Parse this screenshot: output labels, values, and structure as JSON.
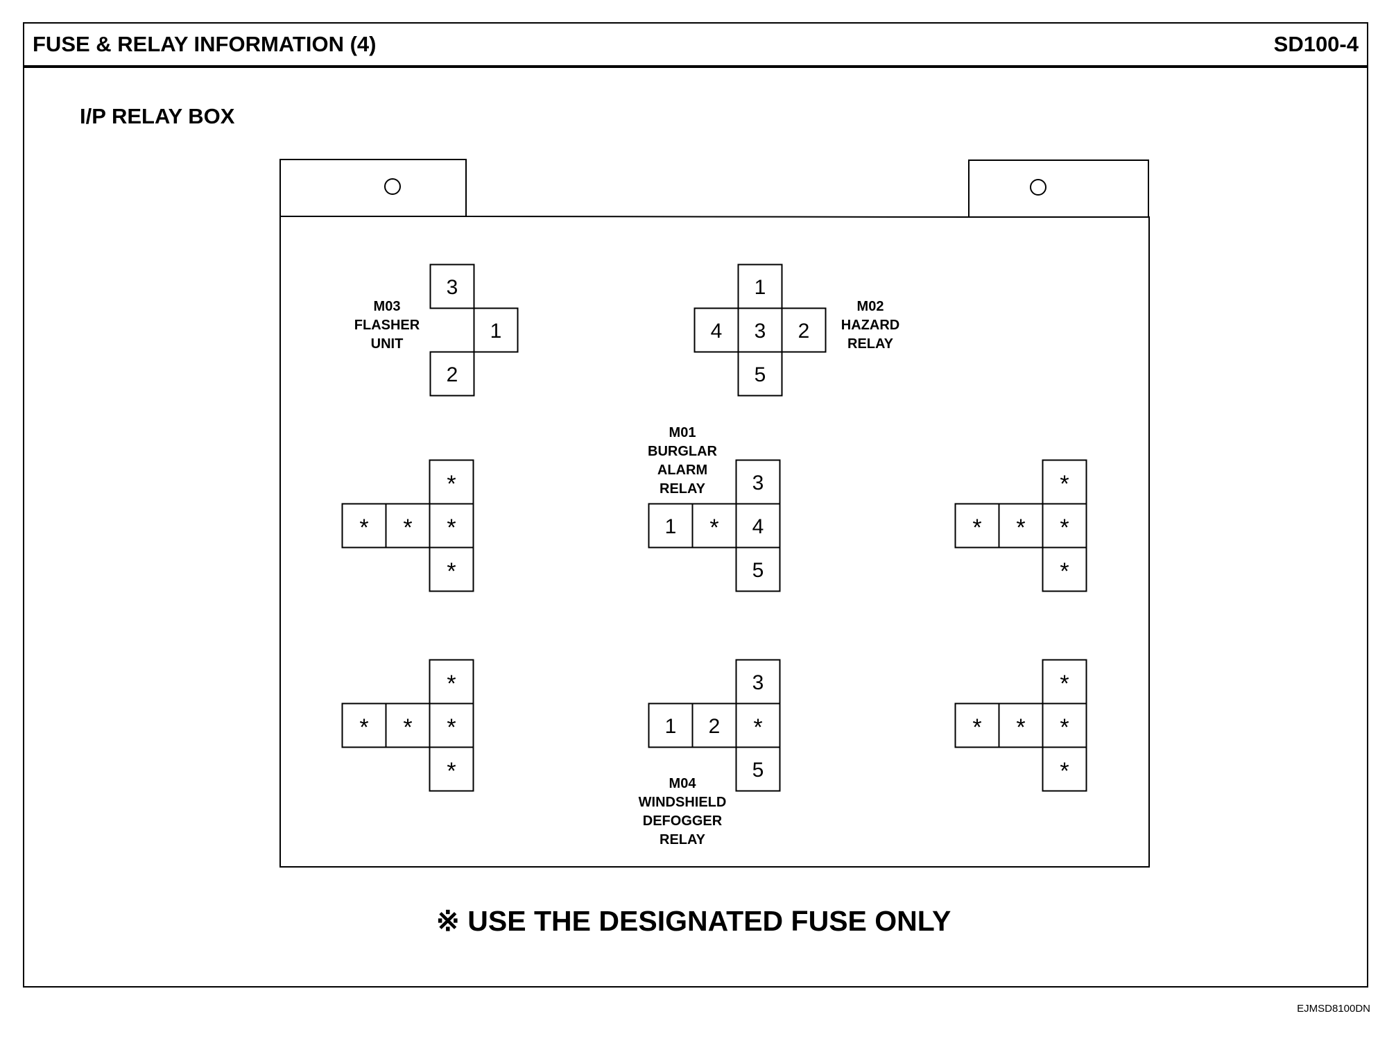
{
  "header": {
    "title": "FUSE & RELAY INFORMATION (4)",
    "code": "SD100-4"
  },
  "section_title": "I/P RELAY BOX",
  "relays": [
    {
      "id": "m03",
      "label": [
        "M03",
        "FLASHER",
        "UNIT"
      ],
      "terminals": [
        {
          "pos": "top",
          "text": "3"
        },
        {
          "pos": "right",
          "text": "1"
        },
        {
          "pos": "bottom",
          "text": "2"
        }
      ]
    },
    {
      "id": "m02",
      "label": [
        "M02",
        "HAZARD",
        "RELAY"
      ],
      "terminals": [
        {
          "pos": "top",
          "text": "1"
        },
        {
          "pos": "left",
          "text": "4"
        },
        {
          "pos": "center",
          "text": "3"
        },
        {
          "pos": "right",
          "text": "2"
        },
        {
          "pos": "bottom",
          "text": "5"
        }
      ]
    },
    {
      "id": "m01",
      "label": [
        "M01",
        "BURGLAR",
        "ALARM",
        "RELAY"
      ],
      "terminals": [
        {
          "pos": "top",
          "text": "3"
        },
        {
          "pos": "far-left",
          "text": "1"
        },
        {
          "pos": "left",
          "text": "*"
        },
        {
          "pos": "center",
          "text": "4"
        },
        {
          "pos": "bottom",
          "text": "5"
        }
      ]
    },
    {
      "id": "m04",
      "label": [
        "M04",
        "WINDSHIELD",
        "DEFOGGER",
        "RELAY"
      ],
      "terminals": [
        {
          "pos": "top",
          "text": "3"
        },
        {
          "pos": "far-left",
          "text": "1"
        },
        {
          "pos": "left",
          "text": "2"
        },
        {
          "pos": "center",
          "text": "*"
        },
        {
          "pos": "bottom",
          "text": "5"
        }
      ]
    },
    {
      "id": "spare-1",
      "label": [],
      "terminals": [
        {
          "pos": "top",
          "text": "*"
        },
        {
          "pos": "far-left",
          "text": "*"
        },
        {
          "pos": "left",
          "text": "*"
        },
        {
          "pos": "center",
          "text": "*"
        },
        {
          "pos": "bottom",
          "text": "*"
        }
      ]
    },
    {
      "id": "spare-2",
      "label": [],
      "terminals": [
        {
          "pos": "top",
          "text": "*"
        },
        {
          "pos": "far-left",
          "text": "*"
        },
        {
          "pos": "left",
          "text": "*"
        },
        {
          "pos": "center",
          "text": "*"
        },
        {
          "pos": "bottom",
          "text": "*"
        }
      ]
    },
    {
      "id": "spare-3",
      "label": [],
      "terminals": [
        {
          "pos": "top",
          "text": "*"
        },
        {
          "pos": "far-left",
          "text": "*"
        },
        {
          "pos": "left",
          "text": "*"
        },
        {
          "pos": "center",
          "text": "*"
        },
        {
          "pos": "bottom",
          "text": "*"
        }
      ]
    },
    {
      "id": "spare-4",
      "label": [],
      "terminals": [
        {
          "pos": "top",
          "text": "*"
        },
        {
          "pos": "far-left",
          "text": "*"
        },
        {
          "pos": "left",
          "text": "*"
        },
        {
          "pos": "center",
          "text": "*"
        },
        {
          "pos": "bottom",
          "text": "*"
        }
      ]
    }
  ],
  "footer_note": "※ USE THE DESIGNATED FUSE ONLY",
  "image_code": "EJMSD8100DN"
}
